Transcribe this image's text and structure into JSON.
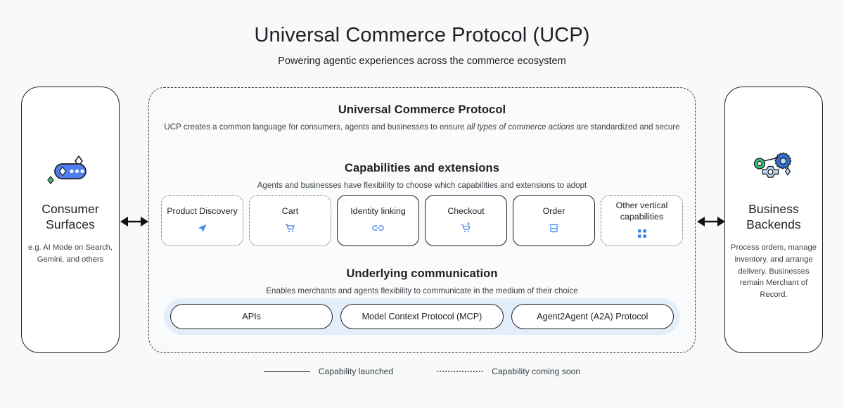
{
  "header": {
    "title": "Universal Commerce Protocol (UCP)",
    "subtitle": "Powering agentic experiences across the commerce ecosystem"
  },
  "left_panel": {
    "icon": "chat-bubble-sparkle-icon",
    "title": "Consumer Surfaces",
    "description": "e.g. AI Mode on Search, Gemini, and others"
  },
  "right_panel": {
    "icon": "gears-settings-icon",
    "title": "Business Backends",
    "description": "Process orders, manage inventory, and arrange delivery. Businesses remain Merchant of Record."
  },
  "arrows": {
    "left": "bidirectional-arrow-icon",
    "right": "bidirectional-arrow-icon"
  },
  "protocol": {
    "title": "Universal Commerce Protocol",
    "subtitle_part1": "UCP creates a common language for consumers, agents and businesses to ensure ",
    "subtitle_italic": "all types of commerce actions",
    "subtitle_part2": " are standardized and secure"
  },
  "capabilities": {
    "title": "Capabilities and extensions",
    "subtitle": "Agents and businesses have flexibility to choose which capabilities and extensions to adopt",
    "items": [
      {
        "label": "Product Discovery",
        "status": "soon",
        "icon": "send-navigation-icon"
      },
      {
        "label": "Cart",
        "status": "soon",
        "icon": "shopping-cart-icon"
      },
      {
        "label": "Identity linking",
        "status": "launched",
        "icon": "link-chain-icon"
      },
      {
        "label": "Checkout",
        "status": "launched",
        "icon": "cart-checkout-icon"
      },
      {
        "label": "Order",
        "status": "launched",
        "icon": "package-box-icon"
      },
      {
        "label": "Other vertical capabilities",
        "status": "soon",
        "icon": "grid-apps-icon"
      }
    ]
  },
  "communication": {
    "title": "Underlying communication",
    "subtitle": "Enables merchants and agents flexibility to communicate in the medium of their choice",
    "items": [
      {
        "label": "APIs"
      },
      {
        "label": "Model Context Protocol (MCP)"
      },
      {
        "label": "Agent2Agent (A2A) Protocol"
      }
    ]
  },
  "legend": {
    "launched_label": "Capability launched",
    "soon_label": "Capability coming soon"
  },
  "colors": {
    "background": "#f7f9fa",
    "accent_blue": "#4285f4",
    "rail_blue": "#e4eefb",
    "green": "#34a853",
    "ink": "#202124"
  }
}
